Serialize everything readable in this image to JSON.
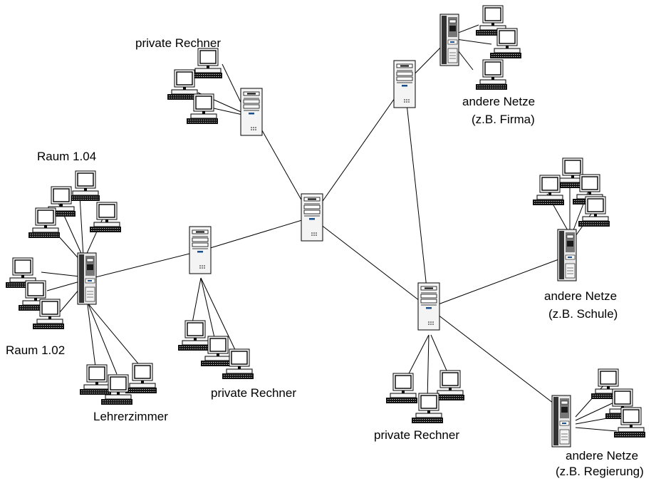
{
  "labels": {
    "private_top": "private Rechner",
    "raum_104": "Raum 1.04",
    "raum_102": "Raum 1.02",
    "lehrerzimmer": "Lehrerzimmer",
    "private_middle": "private Rechner",
    "private_bottom": "private Rechner",
    "firma_line1": "andere Netze",
    "firma_line2": "(z.B. Firma)",
    "schule_line1": "andere Netze",
    "schule_line2": "(z.B. Schule)",
    "regierung_line1": "andere Netze",
    "regierung_line2": "(z.B. Regierung)"
  },
  "colors": {
    "line": "#000000",
    "device_fill": "#f4f4f4",
    "screen": "#ffffff",
    "led": "#1a4f8c"
  },
  "icons": {
    "server": "server-tower-icon",
    "dark_server": "dark-server-tower-icon",
    "computer": "computer-workstation-icon"
  }
}
